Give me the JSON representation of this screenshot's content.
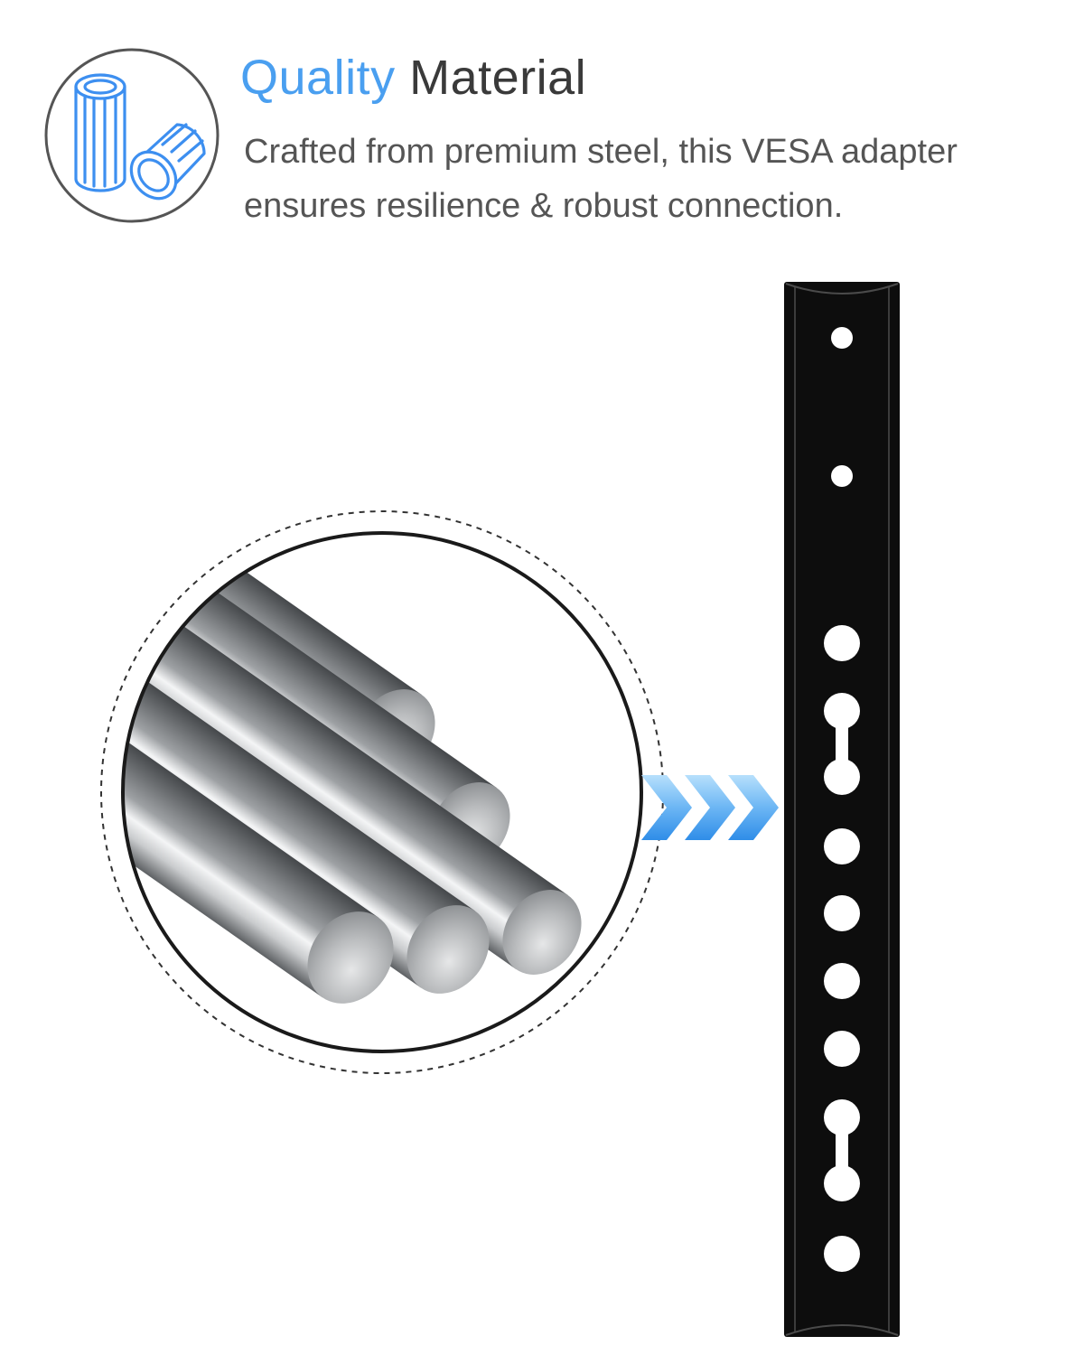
{
  "header": {
    "icon": "steel-tube-icon",
    "title_accent": "Quality",
    "title_rest": "Material",
    "description_lines": [
      "Crafted from premium steel, this VESA adapter",
      "ensures resilience & robust connection."
    ]
  },
  "illustration": {
    "zoom_icon": "steel-rods-closeup",
    "arrow_icon": "triple-chevron-right-icon",
    "product_icon": "vesa-adapter-bracket-bar"
  },
  "colors": {
    "accent": "#4a9ff0",
    "title_text": "#3a3a3a",
    "body_text": "#555555",
    "icon_line": "#3d8ff0",
    "icon_ring": "#555555",
    "bracket": "#0d0d0d",
    "arrow_light": "#a9d8fb",
    "arrow_dark": "#3a94ec"
  }
}
